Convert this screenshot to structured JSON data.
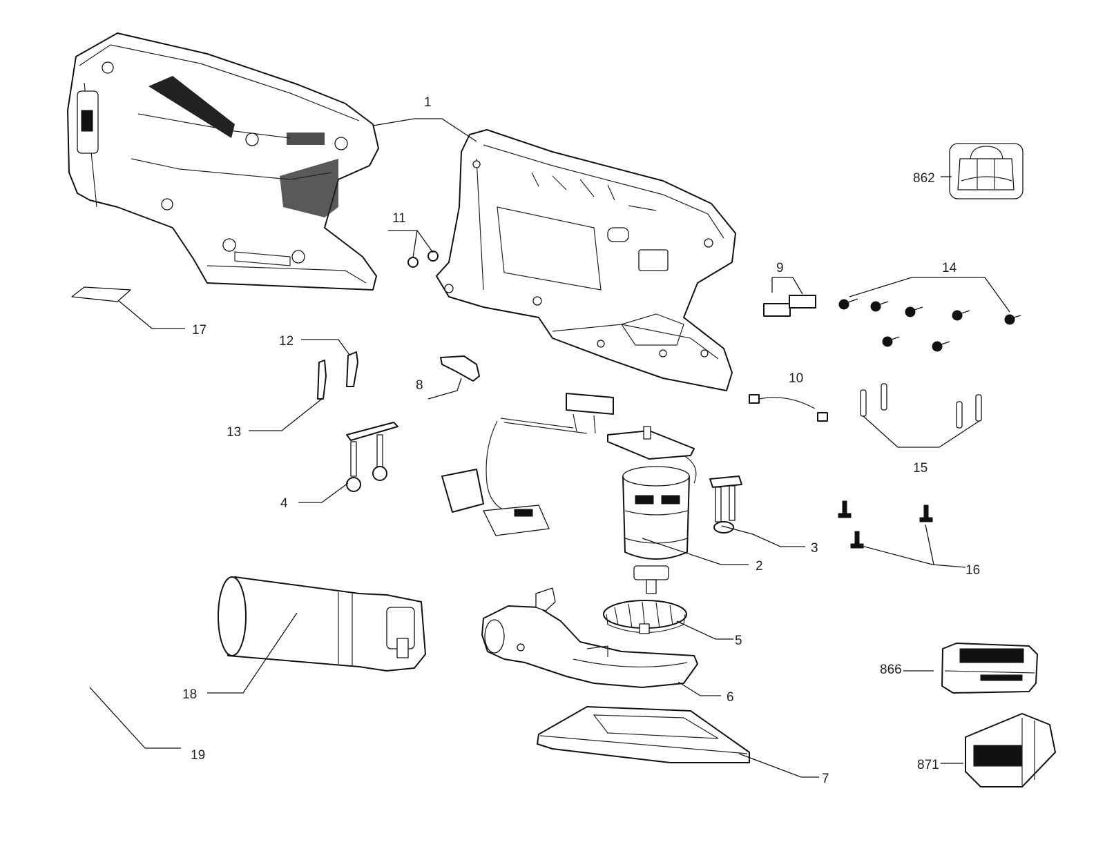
{
  "diagram": {
    "callouts": [
      {
        "id": "1",
        "text": "1"
      },
      {
        "id": "2",
        "text": "2"
      },
      {
        "id": "3",
        "text": "3"
      },
      {
        "id": "4",
        "text": "4"
      },
      {
        "id": "5",
        "text": "5"
      },
      {
        "id": "6",
        "text": "6"
      },
      {
        "id": "7",
        "text": "7"
      },
      {
        "id": "8",
        "text": "8"
      },
      {
        "id": "9",
        "text": "9"
      },
      {
        "id": "10",
        "text": "10"
      },
      {
        "id": "11",
        "text": "11"
      },
      {
        "id": "12",
        "text": "12"
      },
      {
        "id": "13",
        "text": "13"
      },
      {
        "id": "14",
        "text": "14"
      },
      {
        "id": "15",
        "text": "15"
      },
      {
        "id": "16",
        "text": "16"
      },
      {
        "id": "17",
        "text": "17"
      },
      {
        "id": "18",
        "text": "18"
      },
      {
        "id": "19",
        "text": "19"
      },
      {
        "id": "862",
        "text": "862"
      },
      {
        "id": "866",
        "text": "866"
      },
      {
        "id": "871",
        "text": "871"
      }
    ]
  }
}
